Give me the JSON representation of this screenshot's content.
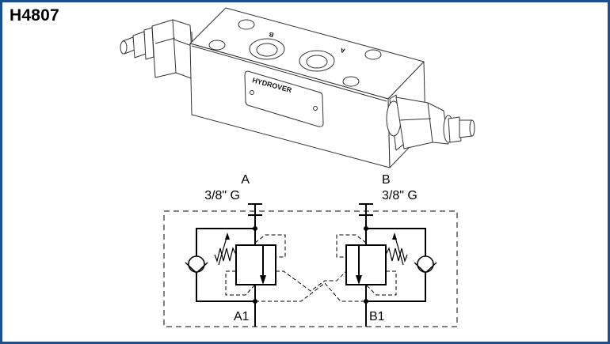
{
  "product": {
    "code": "H4807",
    "brand": "HYDROVER",
    "top_ports": [
      "B",
      "A"
    ]
  },
  "schematic": {
    "port_a": {
      "name": "A",
      "thread": "3/8\" G"
    },
    "port_b": {
      "name": "B",
      "thread": "3/8\" G"
    },
    "port_a1": "A1",
    "port_b1": "B1"
  },
  "colors": {
    "border": "#1f4e8c",
    "line": "#000000",
    "drawing": "#333333"
  }
}
